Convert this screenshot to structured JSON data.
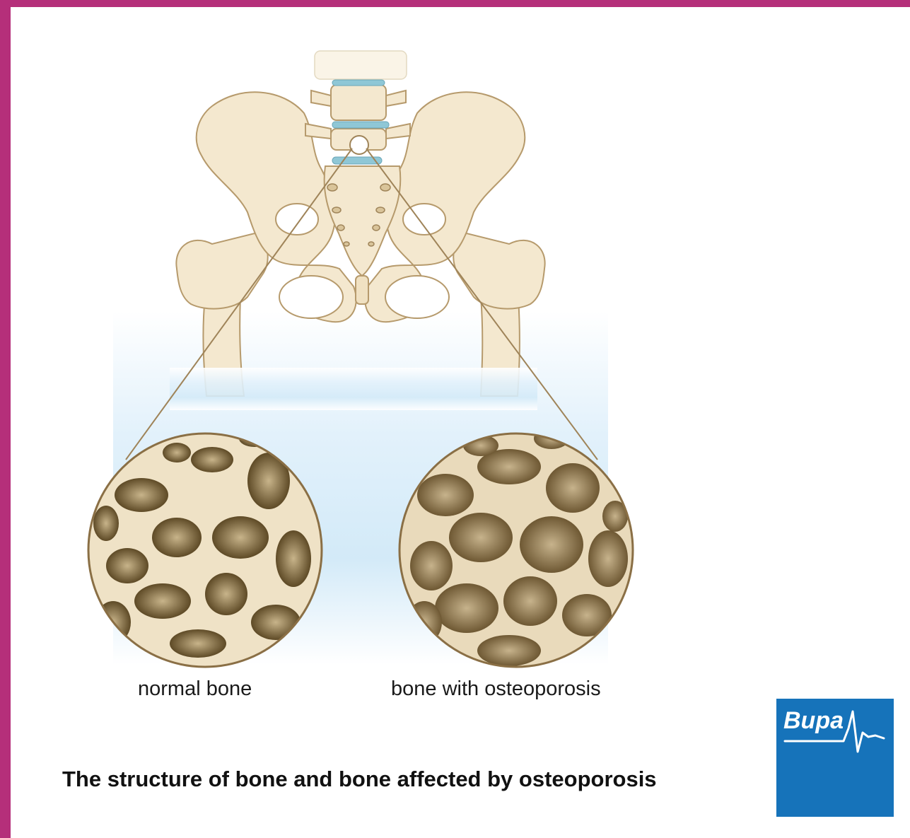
{
  "labels": {
    "normal": "normal bone",
    "osteoporosis": "bone with osteoporosis"
  },
  "caption": "The structure of bone and bone affected by osteoporosis",
  "logo": {
    "text": "Bupa"
  },
  "colors": {
    "frame": "#b52f7a",
    "bone": "#f4e8cf",
    "bone_outline": "#b69a6c",
    "disc": "#8fc7d6",
    "background_glow": "#d6ecf8",
    "logo_bg": "#1673ba"
  }
}
